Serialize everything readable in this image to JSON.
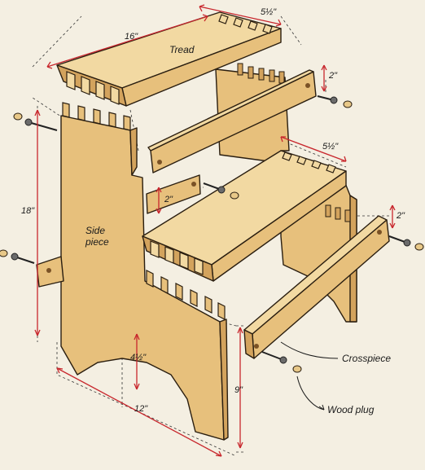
{
  "colors": {
    "wood_light": "#f2d9a2",
    "wood_mid": "#e7c07c",
    "wood_dark": "#d3a35d",
    "dimension_red": "#c8272d",
    "background": "#f4efe2"
  },
  "labels": {
    "tread": "Tread",
    "side_piece_line1": "Side",
    "side_piece_line2": "piece",
    "crosspiece": "Crosspiece",
    "wood_plug": "Wood plug"
  },
  "dimensions": {
    "tread_length": "16\"",
    "tread_width_top": "5½\"",
    "tread_width_lower": "5½\"",
    "rail_height_top": "2\"",
    "rail_height_mid": "2\"",
    "rail_height_right": "2\"",
    "side_height": "18\"",
    "arch_height": "4½\"",
    "side_width": "12\"",
    "foot_height": "9\""
  }
}
